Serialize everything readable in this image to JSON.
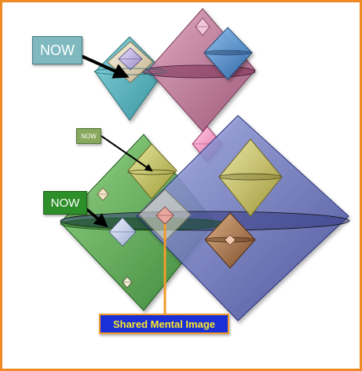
{
  "labels": {
    "now_top": "NOW",
    "now_middle": "NOW",
    "now_bottom": "NOW",
    "shared_mental_image": "Shared Mental Image"
  },
  "colors": {
    "frame_border": "#f08a24",
    "teal": "#4fb6c2",
    "pink": "#c0789a",
    "blue_small": "#4a86c8",
    "green": "#4da54a",
    "navy": "#5d66b3",
    "olive": "#c9c45a",
    "brown": "#a56a3a",
    "shared_box": "#1a2fd6",
    "shared_text": "#ffe82a",
    "arrow_orange": "#f29b2a"
  }
}
